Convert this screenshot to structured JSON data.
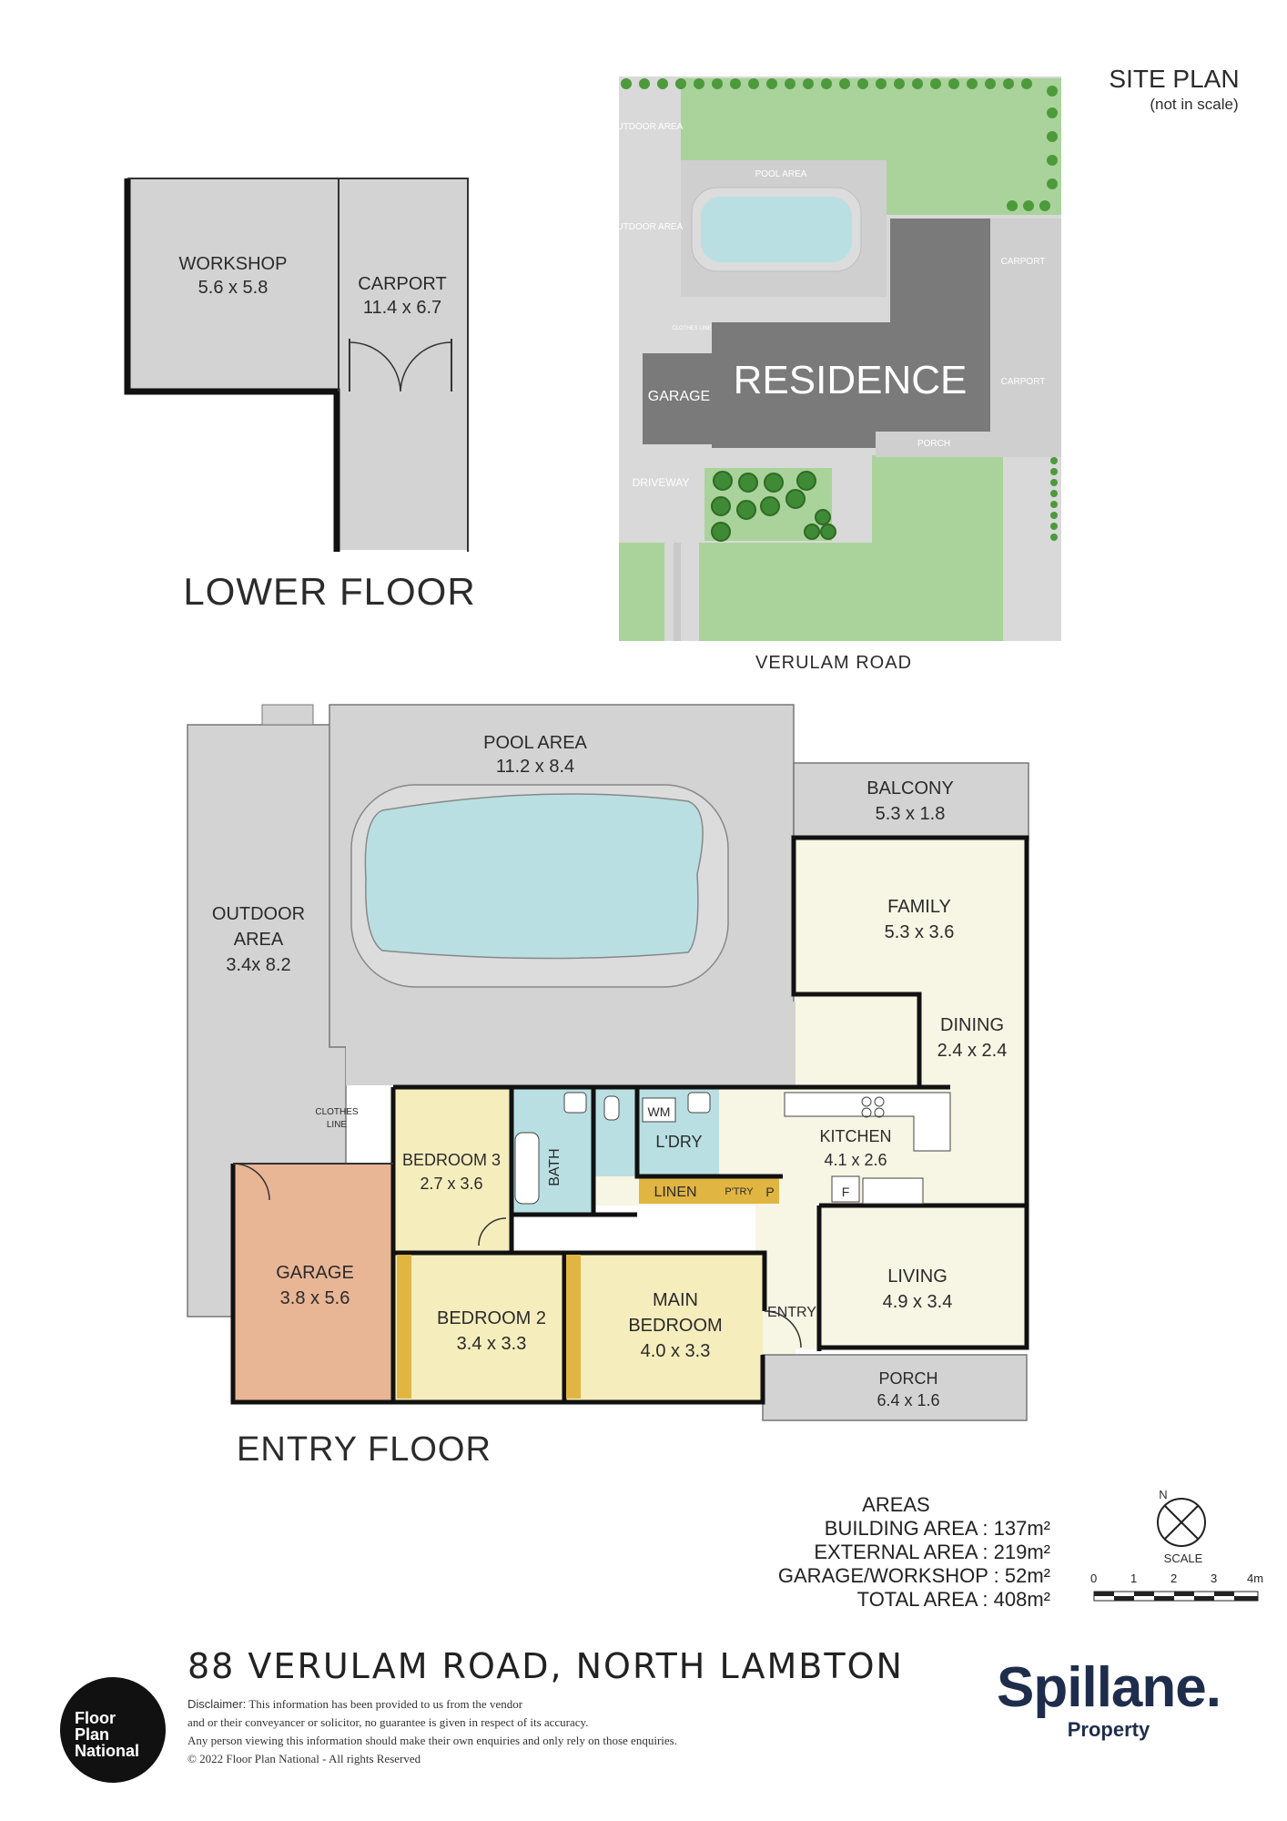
{
  "site_plan": {
    "title": "SITE PLAN",
    "subtitle": "(not in scale)",
    "road": "VERULAM ROAD",
    "labels": {
      "outdoor_area_1": "OUTDOOR AREA",
      "outdoor_area_2": "OUTDOOR AREA",
      "pool_area": "POOL AREA",
      "clothes_line": "CLOTHES LINE",
      "residence": "RESIDENCE",
      "garage": "GARAGE",
      "carport_1": "CARPORT",
      "carport_2": "CARPORT",
      "porch": "PORCH",
      "driveway": "DRIVEWAY"
    }
  },
  "lower_floor": {
    "title": "LOWER FLOOR",
    "rooms": {
      "workshop_name": "WORKSHOP",
      "workshop_size": "5.6 x 5.8",
      "carport_name": "CARPORT",
      "carport_size": "11.4 x 6.7"
    }
  },
  "entry_floor": {
    "title": "ENTRY FLOOR",
    "rooms": {
      "pool_name": "POOL AREA",
      "pool_size": "11.2 x 8.4",
      "balcony_name": "BALCONY",
      "balcony_size": "5.3 x 1.8",
      "outdoor_name_1": "OUTDOOR",
      "outdoor_name_2": "AREA",
      "outdoor_size": "3.4x 8.2",
      "family_name": "FAMILY",
      "family_size": "5.3 x 3.6",
      "dining_name": "DINING",
      "dining_size": "2.4 x 2.4",
      "clothes_line_1": "CLOTHES",
      "clothes_line_2": "LINE",
      "bedroom3_name": "BEDROOM 3",
      "bedroom3_size": "2.7 x 3.6",
      "bath": "BATH",
      "wm": "WM",
      "laundry": "L'DRY",
      "linen": "LINEN",
      "pantry": "P'TRY",
      "p": "P",
      "kitchen_name": "KITCHEN",
      "kitchen_size": "4.1 x 2.6",
      "fridge": "F",
      "garage_name": "GARAGE",
      "garage_size": "3.8 x 5.6",
      "bedroom2_name": "BEDROOM 2",
      "bedroom2_size": "3.4 x 3.3",
      "main_name_1": "MAIN",
      "main_name_2": "BEDROOM",
      "main_size": "4.0 x 3.3",
      "entry": "ENTRY",
      "living_name": "LIVING",
      "living_size": "4.9 x 3.4",
      "porch_name": "PORCH",
      "porch_size": "6.4 x 1.6"
    }
  },
  "areas": {
    "title": "AREAS",
    "building": "BUILDING AREA : 137m²",
    "external": "EXTERNAL AREA : 219m²",
    "garage_workshop": "GARAGE/WORKSHOP : 52m²",
    "total": "TOTAL AREA : 408m²"
  },
  "scale": {
    "north": "N",
    "label": "SCALE",
    "ticks": [
      "0",
      "1",
      "2",
      "3",
      "4m"
    ]
  },
  "footer": {
    "address": "88 VERULAM ROAD, NORTH LAMBTON",
    "disclaimer_label": "Disclaimer:",
    "disclaimer_1": "This information has been provided to us from the vendor",
    "disclaimer_2": "and or their conveyancer or solicitor, no guarantee is given in respect of its accuracy.",
    "disclaimer_3": "Any person viewing this information should make their own enquiries and only rely on those enquiries.",
    "copyright": "© 2022 Floor Plan National - All rights Reserved",
    "fpn_logo": [
      "Floor",
      "Plan",
      "National"
    ],
    "brand_name": "Spillane.",
    "brand_sub": "Property"
  },
  "colors": {
    "lawn": "#a9d39a",
    "paving": "#d9d9d9",
    "roof": "#7a7a7a",
    "pool_water": "#b9dfe2",
    "floor_grey": "#d3d3d3",
    "living_cream": "#f7f5e4",
    "bedroom_yellow": "#f6edbd",
    "wet_blue": "#b9dfe2",
    "garage_orange": "#e8b595",
    "linen_gold": "#e0b542",
    "brand_navy": "#1f2d4d"
  }
}
